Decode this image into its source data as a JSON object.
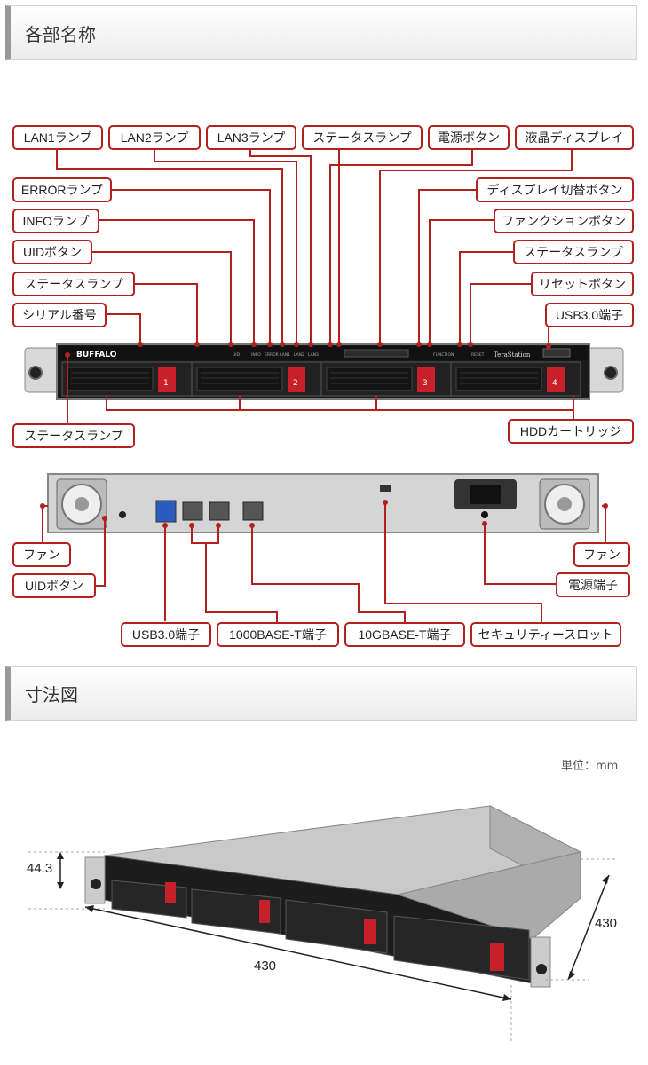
{
  "sections": {
    "parts_title": "各部名称",
    "dimensions_title": "寸法図"
  },
  "front_labels": {
    "lan1": "LAN1ランプ",
    "lan2": "LAN2ランプ",
    "lan3": "LAN3ランプ",
    "status_top": "ステータスランプ",
    "power_button": "電源ボタン",
    "lcd": "液晶ディスプレイ",
    "error": "ERRORランプ",
    "info": "INFOランプ",
    "uid_button": "UIDボタン",
    "status_left": "ステータスランプ",
    "serial": "シリアル番号",
    "display_switch": "ディスプレイ切替ボタン",
    "function_button": "ファンクションボタン",
    "status_right": "ステータスランプ",
    "reset_button": "リセットボタン",
    "usb_front": "USB3.0端子",
    "status_bottom": "ステータスランプ",
    "hdd": "HDDカートリッジ"
  },
  "rear_labels": {
    "fan_left": "ファン",
    "uid_button": "UIDボタン",
    "fan_right": "ファン",
    "power_port": "電源端子",
    "usb": "USB3.0端子",
    "lan1000": "1000BASE-T端子",
    "lan10g": "10GBASE-T端子",
    "security": "セキュリティースロット"
  },
  "device": {
    "brand": "BUFFALO",
    "model": "TeraStation",
    "bays": [
      "1",
      "2",
      "3",
      "4"
    ],
    "panel_text": [
      "UID",
      "INFO",
      "ERROR",
      "LAN1",
      "LAN2",
      "LAN3",
      "FUNCTION",
      "RESET"
    ]
  },
  "dimensions": {
    "unit_label": "単位：mm",
    "height": "44.3",
    "width": "430",
    "depth": "430"
  }
}
